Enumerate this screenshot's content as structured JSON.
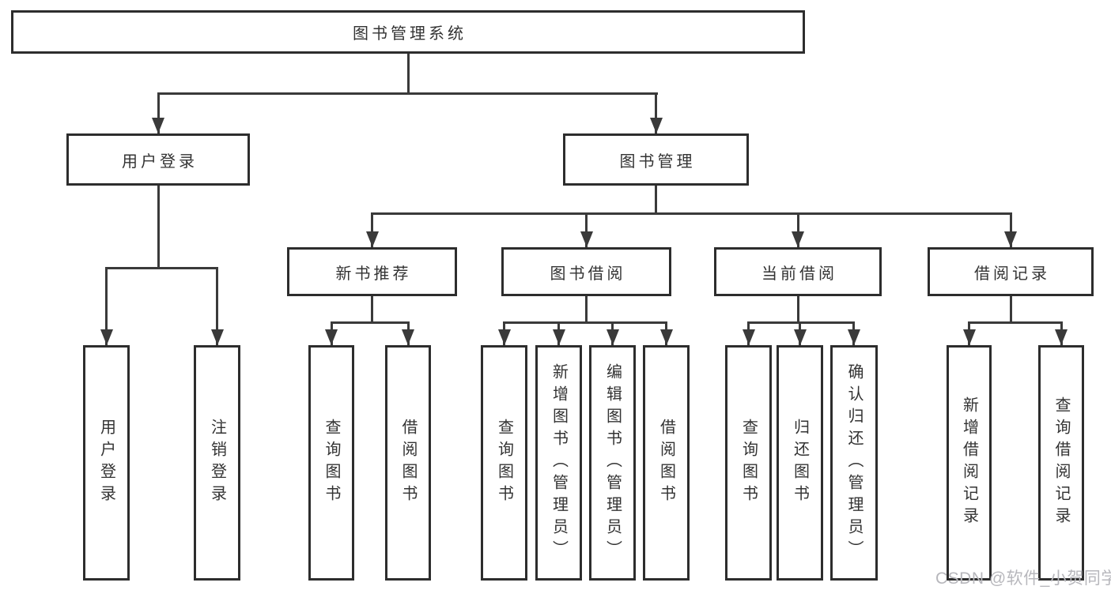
{
  "tree": {
    "root": {
      "label": "图书管理系统"
    },
    "level2": [
      {
        "label": "用户登录"
      },
      {
        "label": "图书管理"
      }
    ],
    "level3": [
      {
        "label": "新书推荐"
      },
      {
        "label": "图书借阅"
      },
      {
        "label": "当前借阅"
      },
      {
        "label": "借阅记录"
      }
    ],
    "leaves": {
      "user_login": [
        "用户登录",
        "注销登录"
      ],
      "new_books": [
        "查询图书",
        "借阅图书"
      ],
      "book_borrow": [
        "查询图书",
        "新增图书（管理员）",
        "编辑图书（管理员）",
        "借阅图书"
      ],
      "current_borrow": [
        "查询图书",
        "归还图书",
        "确认归还（管理员）"
      ],
      "borrow_records": [
        "新增借阅记录",
        "查询借阅记录"
      ]
    }
  },
  "watermark": "CSDN @软件_小贺同学",
  "colors": {
    "line": "#3a3a3a",
    "border": "#2d2d2d",
    "text": "#333333",
    "watermark": "#b7b7bc",
    "background": "#ffffff"
  }
}
